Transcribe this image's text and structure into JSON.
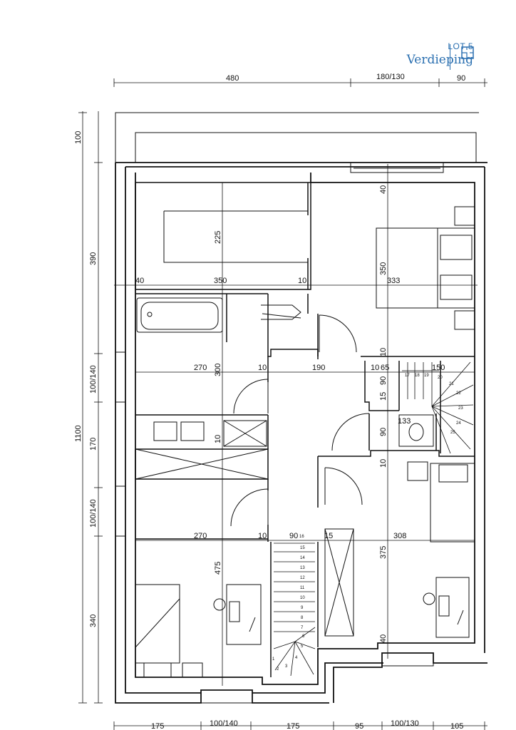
{
  "header": {
    "lot_label": "LOT 5",
    "title": "Verdieping",
    "accent_color": "#2a6fb0",
    "icon": "floorplan-icon"
  },
  "plan": {
    "top_dims": [
      "480",
      "180/130",
      "90"
    ],
    "bottom_dims": [
      "175",
      "100/140",
      "175",
      "95",
      "100/130",
      "105"
    ],
    "left_outer": "1100",
    "left_dims": [
      "100",
      "390",
      "100/140",
      "170",
      "100/140",
      "340"
    ],
    "interior": {
      "row1": [
        "40",
        "350",
        "10",
        "333"
      ],
      "v1": [
        "225",
        "350",
        "40"
      ],
      "row2": [
        "270",
        "10",
        "190",
        "10",
        "65",
        "150"
      ],
      "v2": [
        "300",
        "90",
        "15",
        "10",
        "90",
        "10"
      ],
      "row3": [
        "270",
        "10",
        "90",
        "15",
        "308"
      ],
      "v3": [
        "475",
        "375",
        "40"
      ],
      "v_misc": [
        "10",
        "133"
      ]
    },
    "stair_upper": [
      "17",
      "18",
      "19",
      "20",
      "21",
      "22",
      "23",
      "24",
      "25"
    ],
    "stair_lower": [
      "16",
      "15",
      "14",
      "13",
      "12",
      "11",
      "10",
      "9",
      "8",
      "7",
      "6",
      "5",
      "4",
      "3",
      "2",
      "1"
    ]
  }
}
